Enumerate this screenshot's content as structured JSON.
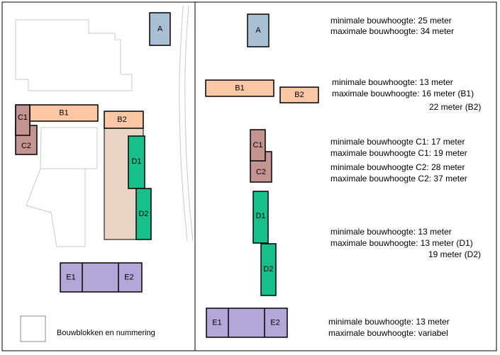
{
  "colors": {
    "blue": "#a9bfd3",
    "orange": "#fbc7a4",
    "mauve": "#c49590",
    "green": "#18c08c",
    "purple": "#b3a7d8",
    "beige": "#ead4c4",
    "outline": "#c8c8c8"
  },
  "blocks": {
    "A": "A",
    "B1": "B1",
    "B2": "B2",
    "C1": "C1",
    "C2": "C2",
    "D1": "D1",
    "D2": "D2",
    "E1": "E1",
    "E2": "E2"
  },
  "legend": {
    "label": "Bouwblokken en nummering"
  },
  "info": {
    "a": [
      "minimale bouwhoogte:  25 meter",
      "maximale bouwhoogte: 34 meter"
    ],
    "b": [
      "minimale bouwhoogte:  13 meter",
      "maximale bouwhoogte: 16 meter (B1)",
      "22 meter (B2)"
    ],
    "c": [
      "minimale bouwhoogte C1:  17 meter",
      "maximale bouwhoogte C1: 19 meter",
      "minimale bouwhoogte C2:  28 meter",
      "maximale bouwhoogte C2: 37 meter"
    ],
    "d": [
      "minimale bouwhoogte:  13 meter",
      "maximale bouwhoogte: 13 meter (D1)",
      "19 meter (D2)"
    ],
    "e": [
      "minimale bouwhoogte: 13 meter",
      "maximale bouwhoogte: variabel"
    ]
  }
}
